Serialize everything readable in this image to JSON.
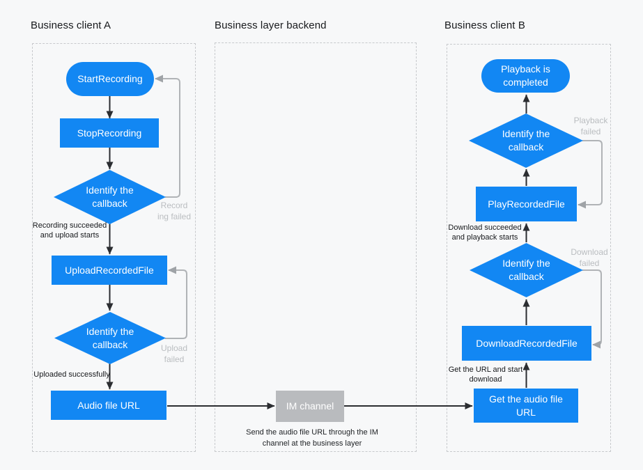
{
  "titles": {
    "client_a": "Business client A",
    "backend": "Business layer backend",
    "client_b": "Business client B"
  },
  "client_a": {
    "start_recording": "StartRecording",
    "stop_recording": "StopRecording",
    "identify_recording_callback": "Identify the callback",
    "upload_recorded_file": "UploadRecordedFile",
    "identify_upload_callback": "Identify the callback",
    "audio_file_url": "Audio file URL",
    "recording_succeeded_lines": [
      "Recording succeeded",
      "and upload starts"
    ],
    "recording_failed_lines": [
      "Record",
      "ing failed"
    ],
    "uploaded_label": "Uploaded successfully",
    "upload_failed_lines": [
      "Upload",
      "failed"
    ]
  },
  "backend": {
    "im_channel": "IM channel",
    "caption_lines": [
      "Send the audio file URL through the IM",
      "channel at the business layer"
    ]
  },
  "client_b": {
    "playback_completed": "Playback is completed",
    "identify_playback_callback": "Identify the callback",
    "playback_failed_lines": [
      "Playback",
      "failed"
    ],
    "play_recorded_file": "PlayRecordedFile",
    "download_succeeded_lines": [
      "Download succeeded",
      "and playback starts"
    ],
    "identify_download_callback": "Identify the callback",
    "download_failed_lines": [
      "Download",
      "failed"
    ],
    "download_recorded_file": "DownloadRecordedFile",
    "get_url_lines": [
      "Get the URL and start",
      "download"
    ],
    "get_audio_file_url": "Get the audio file URL"
  },
  "colors": {
    "node_blue": "#1287f3",
    "neutral_gray_box": "#b9bbbe",
    "flow_arrow": "#2b2d31",
    "loop_arrow": "#b0b3b6",
    "dashed_border": "#c7c9cc",
    "background": "#f7f8f9"
  }
}
